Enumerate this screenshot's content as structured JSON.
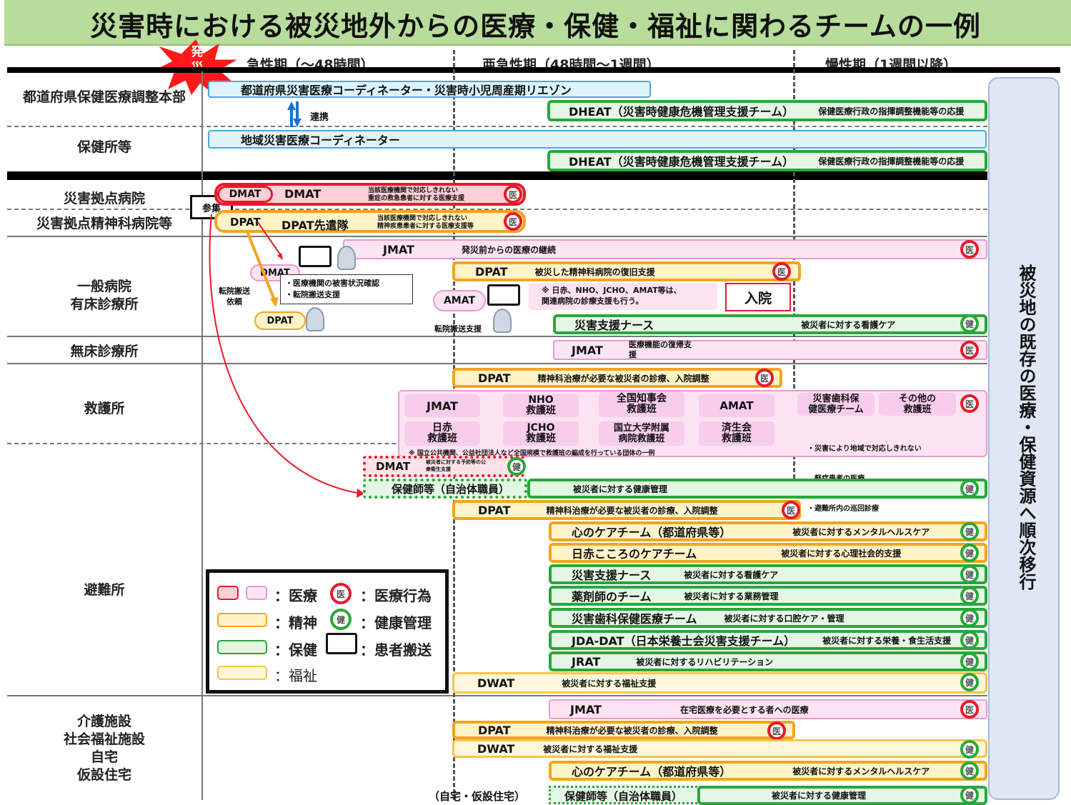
{
  "title": "災害時における被災地外からの医療・保健・福祉に関わるチームの一例",
  "onset": "発\n災",
  "phases": [
    "急性期（〜48時間）",
    "亜急性期（48時間〜1週間）",
    "慢性期（1週間以降）"
  ],
  "rows": {
    "pref": "都道府県保健医療調整本部",
    "hc": "保健所等",
    "base": "災害拠点病院",
    "psych_base": "災害拠点精神科病院等",
    "general": "一般病院\n有床診療所",
    "clinic": "無床診療所",
    "aid": "救護所",
    "shelter": "避難所",
    "care": "介護施設\n社会福祉施設\n自宅\n仮設住宅"
  },
  "side_label": "被災地の既存の医療・保健資源へ順次移行",
  "pref_coord": "都道府県災害医療コーディネーター・災害時小児周産期リエゾン",
  "link": "連携",
  "dheat1": {
    "name": "DHEAT（災害時健康危機管理支援チーム）",
    "desc": "保健医療行政の指揮調整機能等の応援"
  },
  "local_coord": "地域災害医療コーディネーター",
  "dheat2": {
    "name": "DHEAT（災害時健康危機管理支援チーム）",
    "desc": "保健医療行政の指揮調整機能等の応援"
  },
  "gather": "参集",
  "base_dmat": {
    "tag": "DMAT",
    "name": "DMAT",
    "desc": "当該医療機関で対応しきれない\n重症の救急患者に対する医療支援"
  },
  "base_dpat": {
    "tag": "DPAT",
    "name": "DPAT先遣隊",
    "desc": "当該医療機関で対応しきれない\n精神疾患患者に対する医療支援等"
  },
  "gen_jmat": {
    "name": "JMAT",
    "desc": "発災前からの医療の継続"
  },
  "gen_dpat": {
    "name": "DPAT",
    "desc": "被災した精神科病院の復旧支援"
  },
  "gen_dmat_cloud": "DMAT",
  "gen_note": [
    "・医療機関の被害状況確認",
    "・転院搬送支援"
  ],
  "transfer_req": "転院搬送\n依頼",
  "gen_dpat_cloud": "DPAT",
  "amat_cloud": "AMAT",
  "transfer_support": "転院搬送支援",
  "jrc_note": "※ 日赤、NHO、JCHO、AMAT等は、\n関連病院の診療支援も行う。",
  "admission": "入院",
  "disaster_nurse_gen": {
    "name": "災害支援ナース",
    "desc": "被災者に対する看護ケア"
  },
  "clinic_jmat": {
    "name": "JMAT",
    "desc": "医療機能の復帰支\n援"
  },
  "aid_dpat": {
    "name": "DPAT",
    "desc": "精神科治療が必要な被災者の診療、入院調整"
  },
  "aid_cells": [
    "JMAT",
    "NHO\n救護班",
    "全国知事会\n救護班",
    "AMAT",
    "日赤\n救護班",
    "JCHO\n救護班",
    "国立大学附属\n病院救護班",
    "済生会\n救護班"
  ],
  "aid_cells_right": [
    "災害歯科保\n健医療チーム",
    "その他の\n救護班"
  ],
  "aid_right_note": [
    "・災害により地域で対応しきれない",
    "　軽症患者の医療",
    "・避難所内の巡回診療"
  ],
  "aid_footnote": "※ 国立公共機関、公益社団法人など全国規模で救護班の編成を行っている団体の一例",
  "shelter_dmat": {
    "name": "DMAT",
    "desc": "被災者に対する予防等の公\n衆衛生支援"
  },
  "shelter_phn": {
    "name": "保健師等（自治体職員）",
    "desc": "被災者に対する健康管理"
  },
  "shelter_teams": [
    {
      "name": "DPAT",
      "desc": "精神科治療が必要な被災者の診療、入院調整",
      "badge": "医",
      "style": "orange"
    },
    {
      "name": "心のケアチーム（都道府県等）",
      "desc": "被災者に対するメンタルヘルスケア",
      "badge": "健",
      "style": "orange"
    },
    {
      "name": "日赤こころのケアチーム",
      "desc": "被災者に対する心理社会的支援",
      "badge": "健",
      "style": "orange"
    },
    {
      "name": "災害支援ナース",
      "desc": "被災者に対する看護ケア",
      "badge": "健",
      "style": "green"
    },
    {
      "name": "薬剤師のチーム",
      "desc": "被災者に対する業務管理",
      "badge": "健",
      "style": "green"
    },
    {
      "name": "災害歯科保健医療チーム",
      "desc": "被災者に対する口腔ケア・管理",
      "badge": "健",
      "style": "green"
    },
    {
      "name": "JDA-DAT（日本栄養士会災害支援チーム）",
      "desc": "被災者に対する栄養・食生活支援",
      "badge": "健",
      "style": "green"
    },
    {
      "name": "JRAT",
      "desc": "被災者に対するリハビリテーション",
      "badge": "健",
      "style": "green"
    },
    {
      "name": "DWAT",
      "desc": "被災者に対する福祉支援",
      "badge": "健",
      "style": "yellow"
    }
  ],
  "care_teams": [
    {
      "name": "JMAT",
      "desc": "在宅医療を必要とする者への医療",
      "badge": "医",
      "style": "pink"
    },
    {
      "name": "DPAT",
      "desc": "精神科治療が必要な被災者の診療、入院調整",
      "badge": "医",
      "style": "orange"
    },
    {
      "name": "DWAT",
      "desc": "被災者に対する福祉支援",
      "badge": "健",
      "style": "yellow"
    },
    {
      "name": "心のケアチーム（都道府県等）",
      "desc": "被災者に対するメンタルヘルスケア",
      "badge": "健",
      "style": "orange"
    }
  ],
  "home_label": "（自宅・仮設住宅）",
  "care_phn": {
    "name": "保健師等（自治体職員）",
    "desc": "被災者に対する健康管理"
  },
  "badges": {
    "med": "医",
    "health": "健"
  },
  "legend": {
    "medical": "：医療",
    "medical_act": "：医療行為",
    "mental": "：精神",
    "health_mgmt": "：健康管理",
    "health": "：保健",
    "transport": "：患者搬送",
    "welfare": "：福祉"
  },
  "colors": {
    "medical_red": "#e8192c",
    "medical_pink": "#e89ad0",
    "mental_orange": "#f2a420",
    "health_green": "#27a83a",
    "welfare_yellow": "#f5c451",
    "coord_blue": "#4aa8e0",
    "title_green": "#b8dc9c"
  }
}
